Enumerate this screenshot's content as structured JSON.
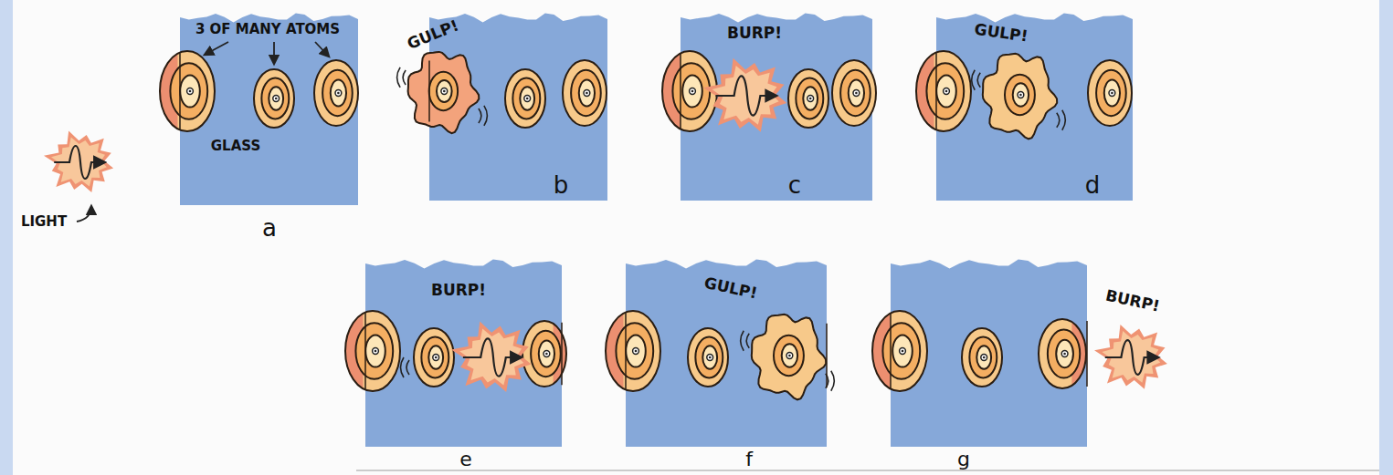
{
  "diagram": {
    "labels": [
      "3 OF MANY ATOMS",
      "GLASS",
      "LIGHT",
      "a",
      "GULP!",
      "b",
      "BURP!",
      "c",
      "GULP!",
      "d",
      "BURP!",
      "e",
      "GULP!",
      "f",
      "BURP!",
      "g"
    ]
  }
}
